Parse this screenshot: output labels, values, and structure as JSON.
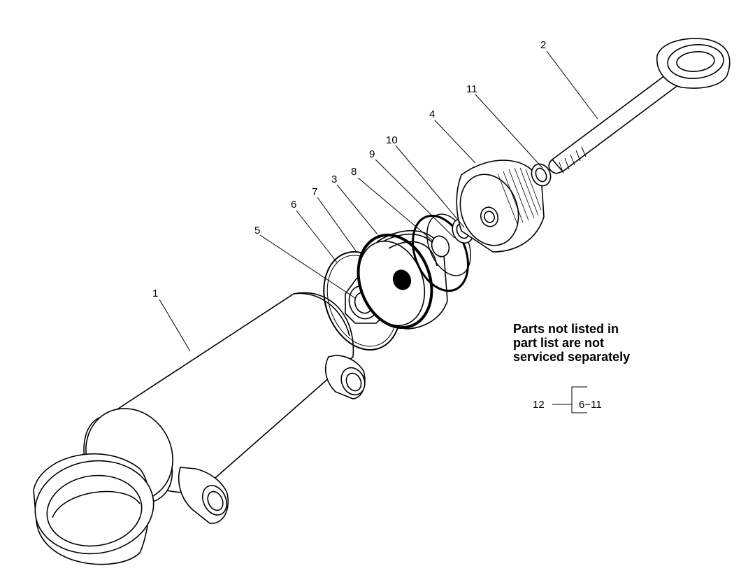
{
  "callouts": {
    "c1": "1",
    "c2": "2",
    "c3": "3",
    "c4": "4",
    "c5": "5",
    "c6": "6",
    "c7": "7",
    "c8": "8",
    "c9": "9",
    "c10": "10",
    "c11": "11"
  },
  "note": {
    "line1": "Parts not listed in",
    "line2": "part list are not",
    "line3": "serviced separately"
  },
  "kit": {
    "number": "12",
    "range": "6−11"
  }
}
